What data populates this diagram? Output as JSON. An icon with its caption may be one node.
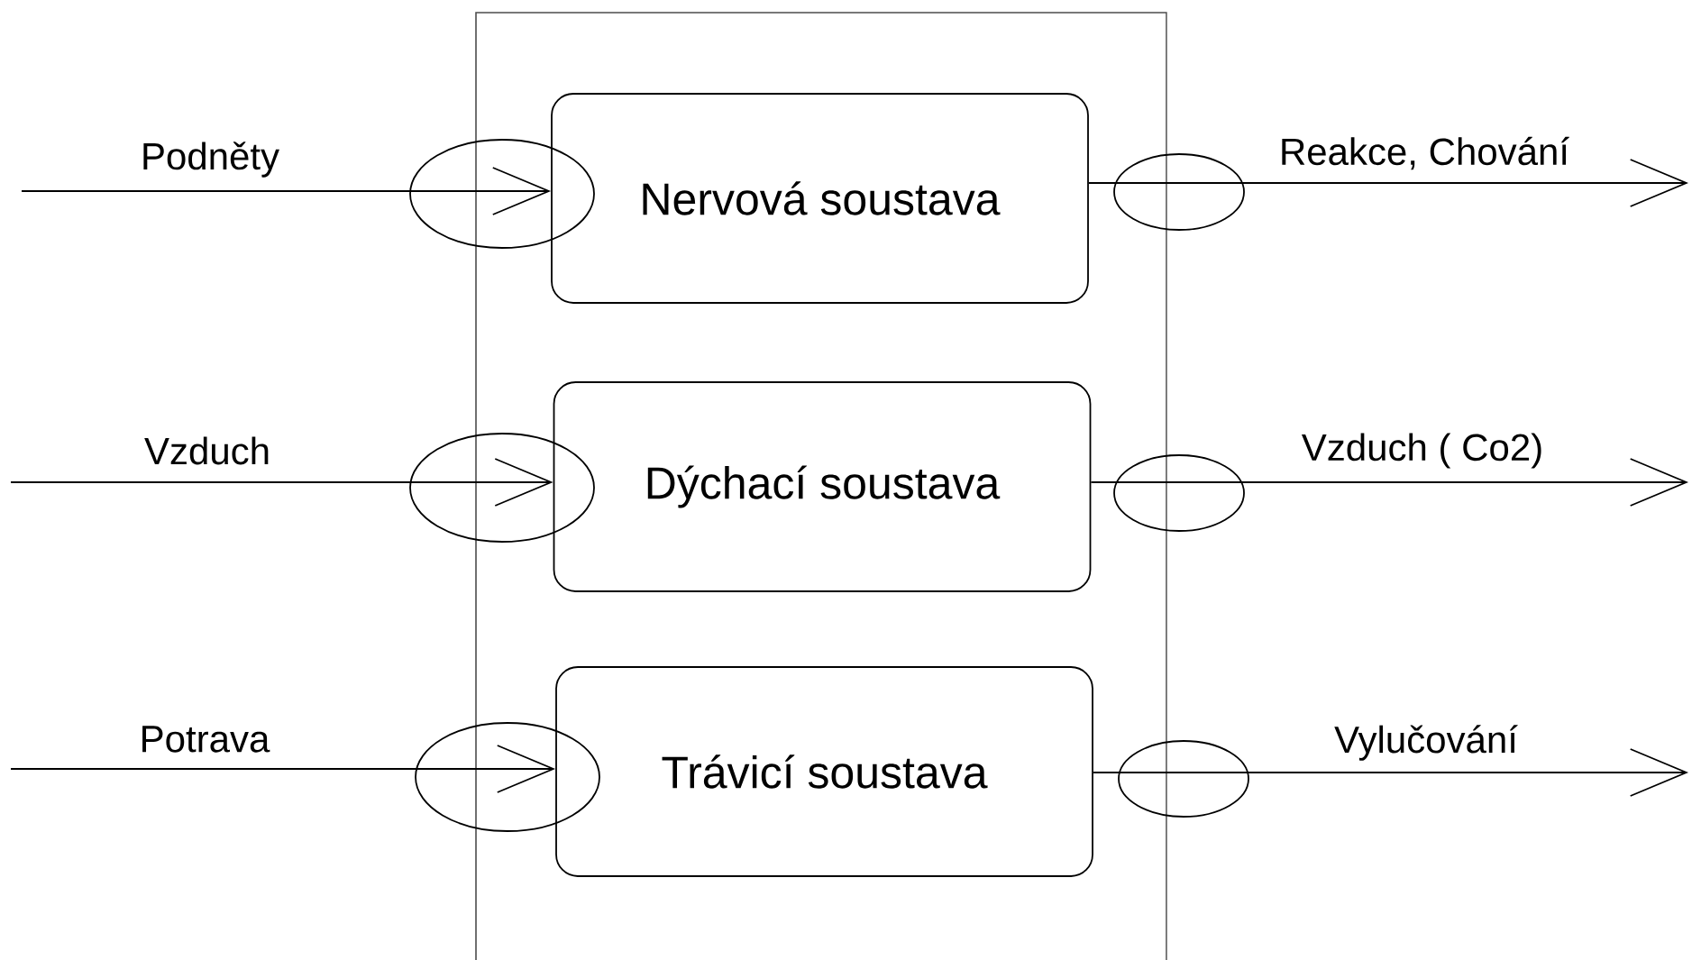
{
  "diagram": {
    "nodes": [
      {
        "text": [],
        "shape": "box"
      },
      {
        "text": [
          "Nervová soustava"
        ],
        "in": 0
      },
      {
        "text": [
          "Dýchací soustava"
        ],
        "in": 0
      },
      {
        "text": [
          "Trávicí soustava"
        ],
        "in": 0
      }
    ],
    "edges": [
      {
        "from": null,
        "to": 1,
        "arrow": "to",
        "label": "Podněty"
      },
      {
        "from": 1,
        "to": null,
        "arrow": "to",
        "label": "Reakce, Chování"
      },
      {
        "from": null,
        "to": 2,
        "arrow": "to",
        "label": "Vzduch"
      },
      {
        "from": 2,
        "to": null,
        "arrow": "to",
        "label": "Vzduch ( Co2)"
      },
      {
        "from": null,
        "to": 3,
        "arrow": "to",
        "label": "Potrava"
      },
      {
        "from": 3,
        "to": null,
        "arrow": "to",
        "label": "Vylučování"
      }
    ]
  }
}
